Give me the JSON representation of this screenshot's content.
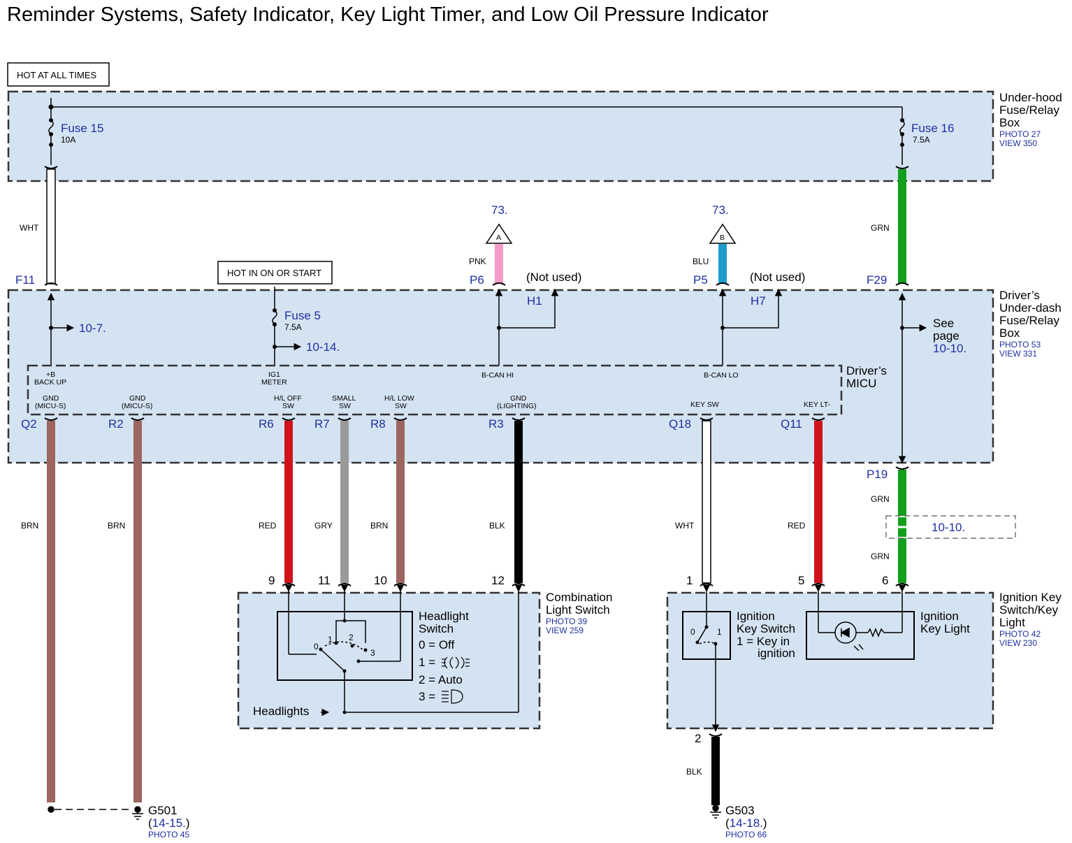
{
  "title": "Reminder Systems, Safety Indicator, Key Light Timer, and Low Oil Pressure Indicator",
  "labels": {
    "hot_at_all_times": "HOT AT ALL TIMES",
    "hot_in_on_or_start": "HOT IN ON OR START",
    "not_used": "(Not used)",
    "see_page_1": "See",
    "see_page_2": "page",
    "see_page_ref": "10-10.",
    "headlights": "Headlights"
  },
  "boxes": {
    "underhood": {
      "line1": "Under-hood",
      "line2": "Fuse/Relay",
      "line3": "Box",
      "photo": "PHOTO 27",
      "view": "VIEW 350"
    },
    "underdash": {
      "line1": "Driver’s",
      "line2": "Under-dash",
      "line3": "Fuse/Relay",
      "line4": "Box",
      "photo": "PHOTO 53",
      "view": "VIEW 331"
    },
    "micu": {
      "line1": "Driver’s",
      "line2": "MICU"
    },
    "combination": {
      "line1": "Combination",
      "line2": "Light Switch",
      "photo": "PHOTO 39",
      "view": "VIEW 259"
    },
    "ignition": {
      "line1": "Ignition Key",
      "line2": "Switch/Key",
      "line3": "Light",
      "photo": "PHOTO 42",
      "view": "VIEW 230"
    }
  },
  "fuses": {
    "f15": {
      "name": "Fuse 15",
      "rating": "10A"
    },
    "f16": {
      "name": "Fuse 16",
      "rating": "7.5A"
    },
    "f5": {
      "name": "Fuse 5",
      "rating": "7.5A"
    }
  },
  "connectors": {
    "F11": "F11",
    "F29": "F29",
    "P6": "P6",
    "P5": "P5",
    "H1": "H1",
    "H7": "H7",
    "P19": "P19",
    "Q2": "Q2",
    "R2": "R2",
    "R6": "R6",
    "R7": "R7",
    "R8": "R8",
    "R3": "R3",
    "Q18": "Q18",
    "Q11": "Q11"
  },
  "refs": {
    "r_10_7": "10-7.",
    "r_10_14": "10-14.",
    "r_73a": "73.",
    "r_73b": "73.",
    "r_10_10": "10-10.",
    "tri_a": "A",
    "tri_b": "B"
  },
  "micu_pins": {
    "backup1": "+B",
    "backup2": "BACK UP",
    "ig1_1": "IG1",
    "ig1_2": "METER",
    "bcanhi": "B-CAN HI",
    "bcanlo": "B-CAN LO",
    "gnd1a": "GND",
    "gnd1b": "(MICU-S)",
    "gnd2a": "GND",
    "gnd2b": "(MICU-S)",
    "hloff1": "H/L OFF",
    "hloff2": "SW",
    "small1": "SMALL",
    "small2": "SW",
    "hllow1": "H/L LOW",
    "hllow2": "SW",
    "gndl1": "GND",
    "gndl2": "(LIGHTING)",
    "keysw": "KEY SW",
    "keylt": "KEY LT-"
  },
  "wires": {
    "wht1": "WHT",
    "grn1": "GRN",
    "pnk": "PNK",
    "blu": "BLU",
    "brn1": "BRN",
    "brn2": "BRN",
    "red1": "RED",
    "gry": "GRY",
    "brn3": "BRN",
    "blk1": "BLK",
    "wht2": "WHT",
    "red2": "RED",
    "grn2": "GRN",
    "grn3": "GRN",
    "blk2": "BLK"
  },
  "pins": {
    "p9": "9",
    "p11": "11",
    "p10": "10",
    "p12": "12",
    "p1": "1",
    "p5": "5",
    "p6": "6",
    "p2": "2"
  },
  "headlight_switch": {
    "title1": "Headlight",
    "title2": "Switch",
    "l0": "0 = Off",
    "l1": "1 = ",
    "l2": "2 = Auto",
    "l3": "3 = ",
    "pos0": "0",
    "pos1": "1",
    "pos2": "2",
    "pos3": "3"
  },
  "ignition_switch": {
    "title1": "Ignition",
    "title2": "Key Switch",
    "l1": "1 = Key in",
    "l2": "ignition",
    "pos0": "0",
    "pos1": "1"
  },
  "key_light": {
    "title1": "Ignition",
    "title2": "Key Light"
  },
  "grounds": {
    "g501": {
      "name": "G501",
      "ref": "14-15.",
      "photo": "PHOTO 45"
    },
    "g503": {
      "name": "G503",
      "ref": "14-18.",
      "photo": "PHOTO 66"
    }
  },
  "colors": {
    "wht": "#ffffff",
    "grn": "#12a01c",
    "pnk": "#f49ac8",
    "blu": "#1d9ccc",
    "brn": "#9c6560",
    "red": "#d0131b",
    "gry": "#9a9a9a",
    "blk": "#000000",
    "box_fill": "#d4e3f2",
    "link_blue": "#1f2fa0"
  }
}
